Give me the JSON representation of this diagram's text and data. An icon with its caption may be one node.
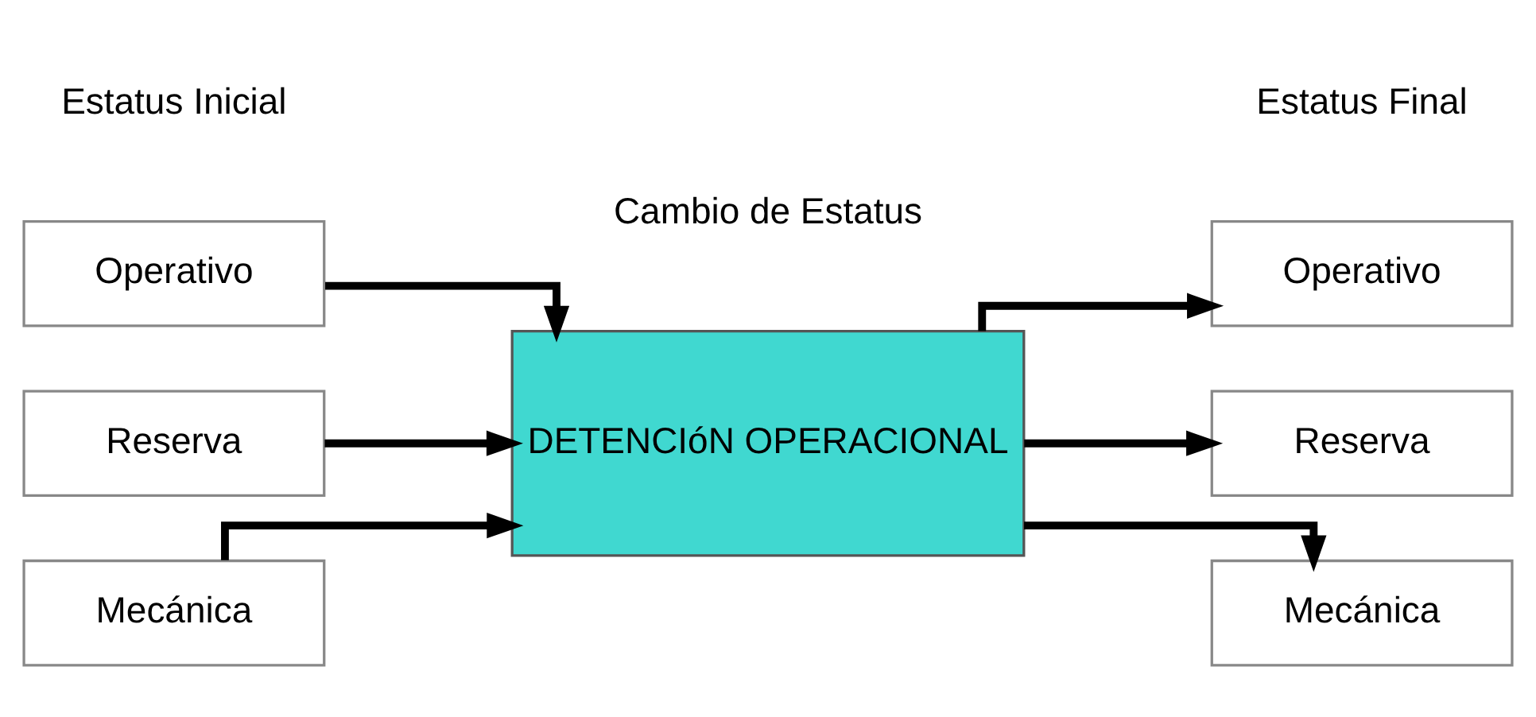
{
  "diagram": {
    "nodes": [
      {
        "text": [
          "Operativo"
        ]
      },
      {
        "text": [
          "Reserva"
        ]
      },
      {
        "text": [
          "Mecánica"
        ]
      },
      {
        "text": [
          "DETENCIóN OPERACIONAL"
        ]
      },
      {
        "text": [
          "Operativo"
        ]
      },
      {
        "text": [
          "Reserva"
        ]
      },
      {
        "text": [
          "Mecánica"
        ]
      }
    ],
    "edges": [
      {
        "from": 0,
        "to": 3,
        "arrow": "to"
      },
      {
        "from": 1,
        "to": 3,
        "arrow": "to"
      },
      {
        "from": 2,
        "to": 3,
        "arrow": "to"
      },
      {
        "from": 3,
        "to": 4,
        "arrow": "to"
      },
      {
        "from": 3,
        "to": 5,
        "arrow": "to"
      },
      {
        "from": 3,
        "to": 6,
        "arrow": "to"
      }
    ],
    "labels": [
      "Estatus Inicial",
      "Estatus Final",
      "Cambio de Estatus"
    ]
  }
}
